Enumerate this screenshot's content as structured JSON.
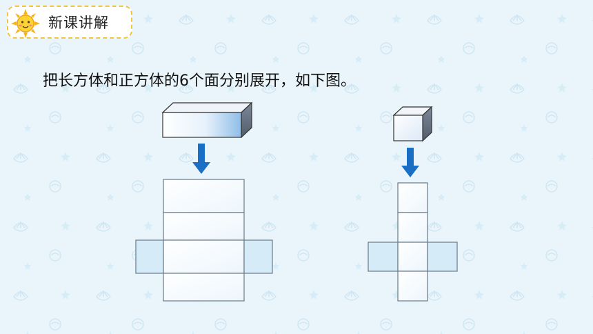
{
  "header": {
    "title": "新课讲解",
    "icon": "sun-icon",
    "border_color": "#f2c53d"
  },
  "instruction_text": "把长方体和正方体的6个面分别展开，如下图。",
  "colors": {
    "background": "#eaf5fb",
    "arrow": "#1a6fc4",
    "net_outline": "#6f8290",
    "side_face_fill": "#d6ebf8",
    "solid_outline": "#333333"
  },
  "figures": [
    {
      "name": "cuboid",
      "solid_icon": "cuboid-icon",
      "net": "cuboid-net"
    },
    {
      "name": "cube",
      "solid_icon": "cube-icon",
      "net": "cube-net"
    }
  ]
}
